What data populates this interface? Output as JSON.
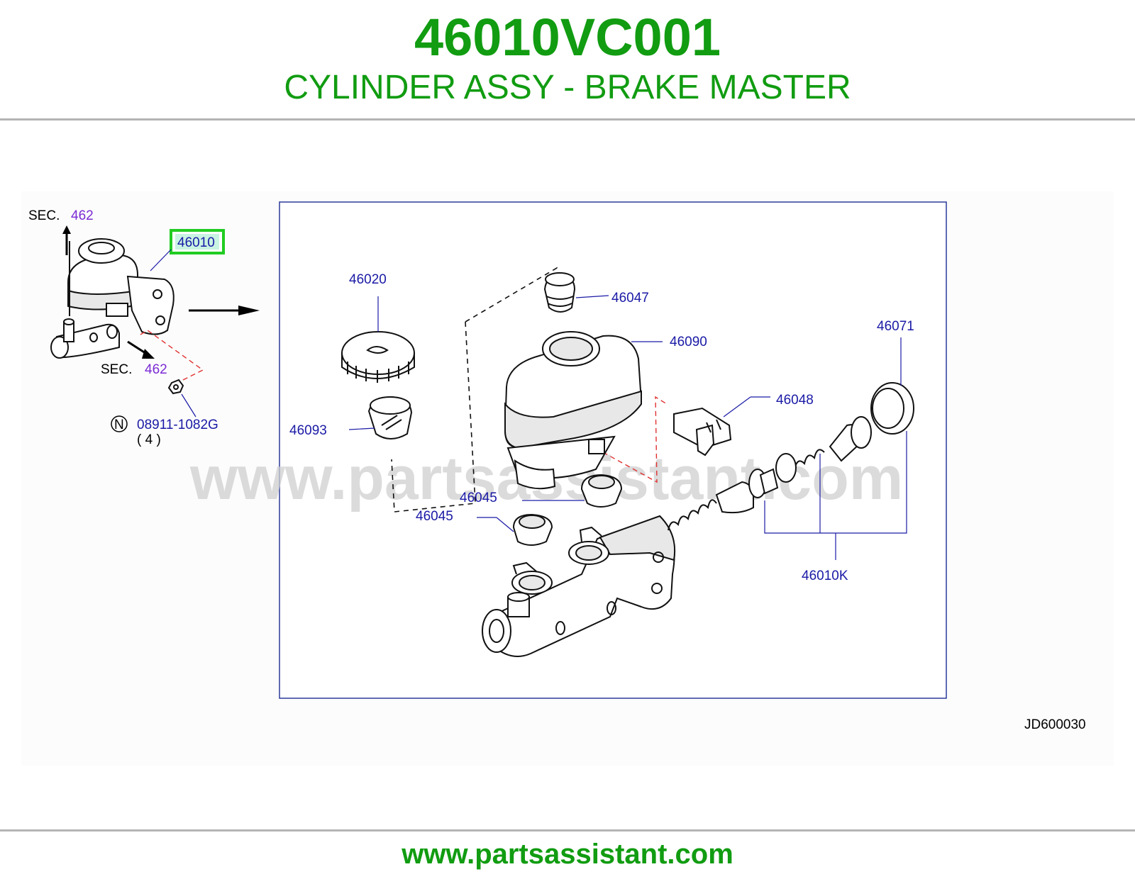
{
  "header": {
    "part_number": "46010VC001",
    "part_name": "CYLINDER ASSY - BRAKE MASTER"
  },
  "diagram": {
    "overview": {
      "sec_top": {
        "prefix": "SEC.",
        "number": "462"
      },
      "sec_bottom": {
        "prefix": "SEC.",
        "number": "462"
      },
      "highlighted_part": "46010",
      "nut_symbol": "N",
      "nut_part": "08911-1082G",
      "nut_qty": "( 4 )"
    },
    "callouts": {
      "p46020": "46020",
      "p46047": "46047",
      "p46090": "46090",
      "p46071": "46071",
      "p46048": "46048",
      "p46093": "46093",
      "p46045_a": "46045",
      "p46045_b": "46045",
      "p46010k": "46010K"
    },
    "watermark": "www.partsassistant.com",
    "drawing_code": "JD600030"
  },
  "colors": {
    "brand_green": "#119c11",
    "callout_blue": "#1a1aa6",
    "section_purple": "#7b2bd4",
    "highlight_green": "#22cc22"
  },
  "footer": {
    "url": "www.partsassistant.com"
  }
}
